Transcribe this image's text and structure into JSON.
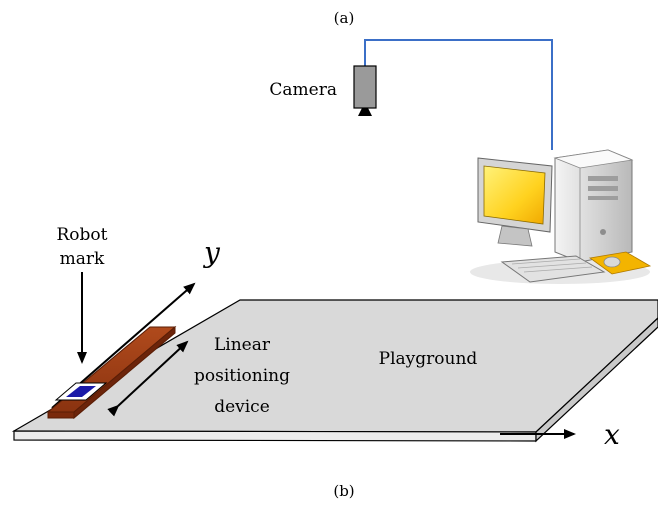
{
  "captions": {
    "top": "(a)",
    "bottom": "(b)"
  },
  "labels": {
    "camera": "Camera",
    "robot_mark_line1": "Robot",
    "robot_mark_line2": "mark",
    "linear_line1": "Linear",
    "linear_line2": "positioning",
    "linear_line3": "device",
    "playground": "Playground",
    "axis_x": "x",
    "axis_y": "y"
  },
  "colors": {
    "cable": "#3b6fc7",
    "playground": "#d9d9d9",
    "device": "#9e3d14",
    "robot_mark": "#1a1aa8",
    "monitor_screen": "#ffd21f"
  }
}
